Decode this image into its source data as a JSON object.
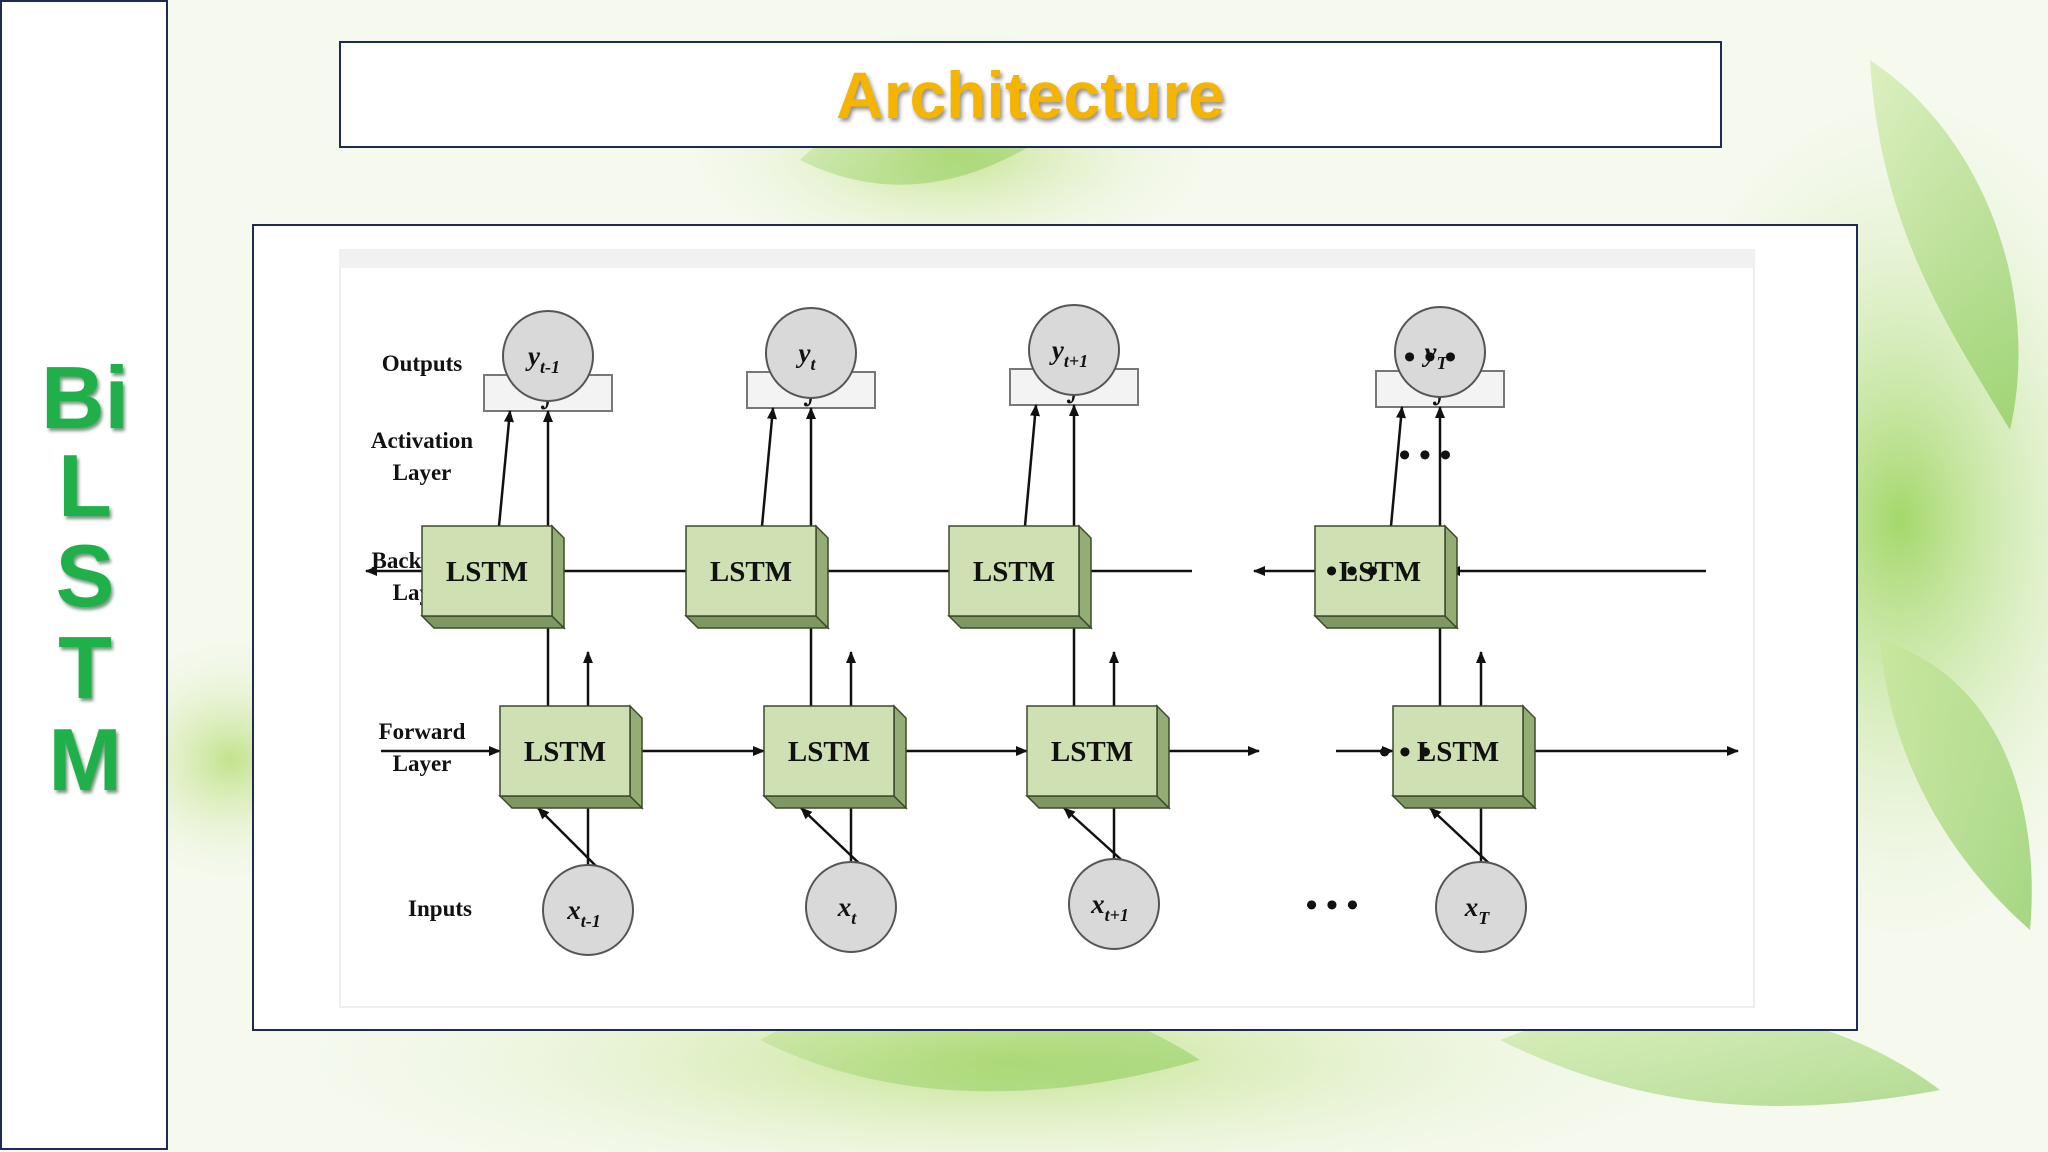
{
  "slide": {
    "title": "Architecture",
    "side_title_letters": [
      "Bi",
      "L",
      "S",
      "T",
      "M"
    ]
  },
  "colors": {
    "title": "#f5b400",
    "side_title": "#1fb04a",
    "frame_border": "#1e2b57",
    "lstm_front": "#cfe0b2",
    "lstm_side": "#7f9863",
    "node_fill": "#d9d9d9"
  },
  "diagram": {
    "row_labels": {
      "outputs": "Outputs",
      "activation_line1": "Activation",
      "activation_line2": "Layer",
      "backward_line1": "Backward",
      "backward_line2": "Layer",
      "forward_line1": "Forward",
      "forward_line2": "Layer",
      "inputs": "Inputs"
    },
    "lstm_label": "LSTM",
    "columns": [
      {
        "output": "y",
        "output_sub": "t-1",
        "input": "x",
        "input_sub": "t-1"
      },
      {
        "output": "y",
        "output_sub": "t",
        "input": "x",
        "input_sub": "t"
      },
      {
        "output": "y",
        "output_sub": "t+1",
        "input": "x",
        "input_sub": "t+1"
      },
      {
        "output": "y",
        "output_sub": "T",
        "input": "x",
        "input_sub": "T"
      }
    ],
    "ellipsis": "• • •",
    "activation_symbol": "∫"
  }
}
